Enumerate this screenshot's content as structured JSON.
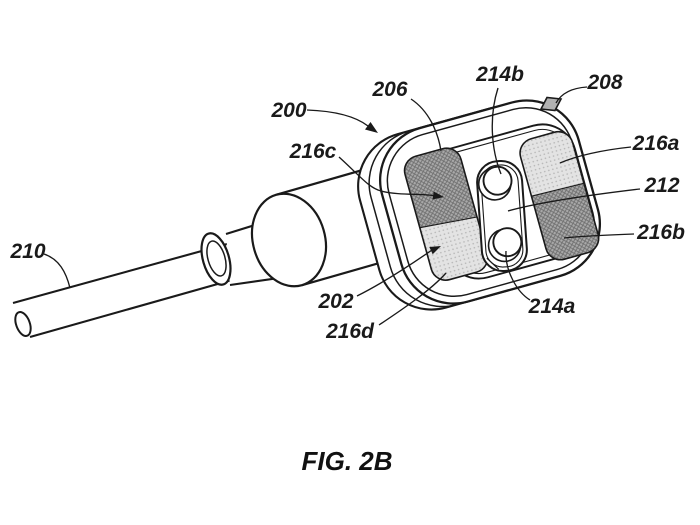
{
  "figure": {
    "caption": "FIG. 2B",
    "labels": {
      "n200": "200",
      "n206": "206",
      "n214b": "214b",
      "n208": "208",
      "n216a": "216a",
      "n212": "212",
      "n216b": "216b",
      "n216c": "216c",
      "n210": "210",
      "n202": "202",
      "n216d": "216d",
      "n214a": "214a"
    }
  },
  "colors": {
    "background": "#ffffff",
    "line": "#1a1a1a",
    "dark_pad_region": "#a9a9a9",
    "dark_pad_hatch": "#6f6f6f",
    "light_pad_region": "#e3e3e3",
    "light_pad_dot": "#b9b9b9",
    "notch_fill": "#b2b2b2"
  }
}
